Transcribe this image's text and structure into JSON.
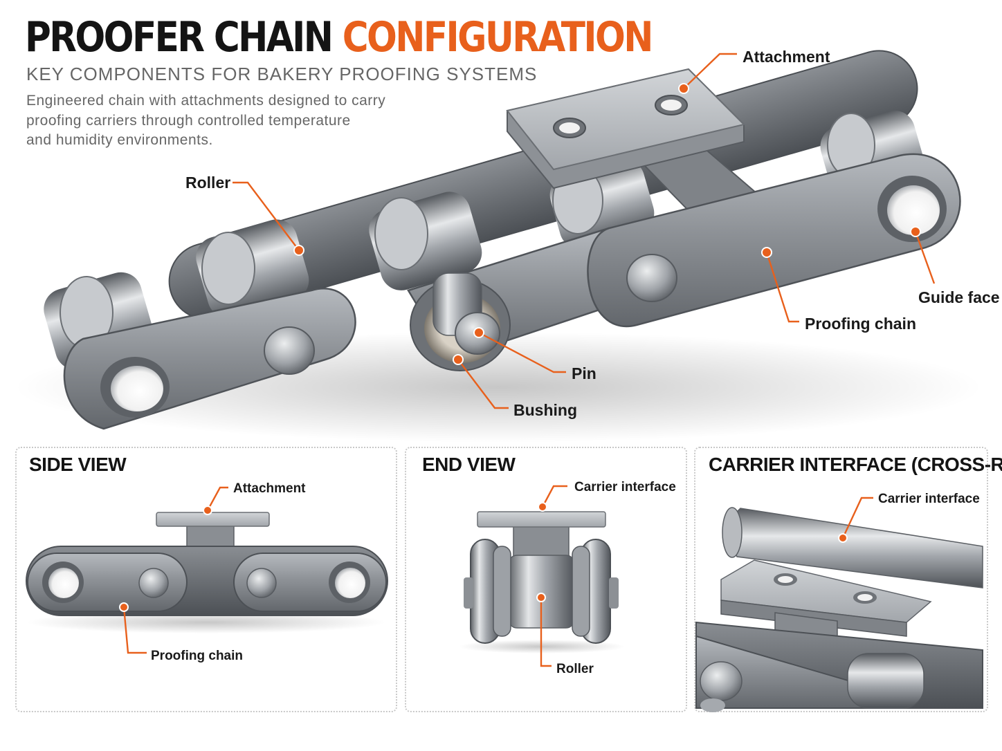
{
  "title": {
    "part1": "PROOFER CHAIN",
    "part2": "CONFIGURATION"
  },
  "subtitle": "KEY COMPONENTS FOR BAKERY PROOFING SYSTEMS",
  "description": {
    "line1": "Engineered chain with attachments designed to carry",
    "line2": "proofing carriers through controlled temperature",
    "line3": "and humidity environments."
  },
  "main_callouts": {
    "attachment": "Attachment",
    "roller": "Roller",
    "guide_face": "Guide face",
    "proofing_chain": "Proofing chain",
    "pin": "Pin",
    "bushing": "Bushing"
  },
  "panels": {
    "side_view": {
      "title": "SIDE VIEW",
      "attachment": "Attachment",
      "proofing_chain": "Proofing chain"
    },
    "end_view": {
      "title": "END VIEW",
      "carrier_interface": "Carrier interface",
      "roller": "Roller"
    },
    "carrier_interface": {
      "title": "CARRIER INTERFACE (CROSS-ROD)",
      "carrier_interface": "Carrier interface"
    }
  },
  "colors": {
    "accent": "#e8601c",
    "title_dark": "#141414",
    "steel": "#8e9297"
  }
}
